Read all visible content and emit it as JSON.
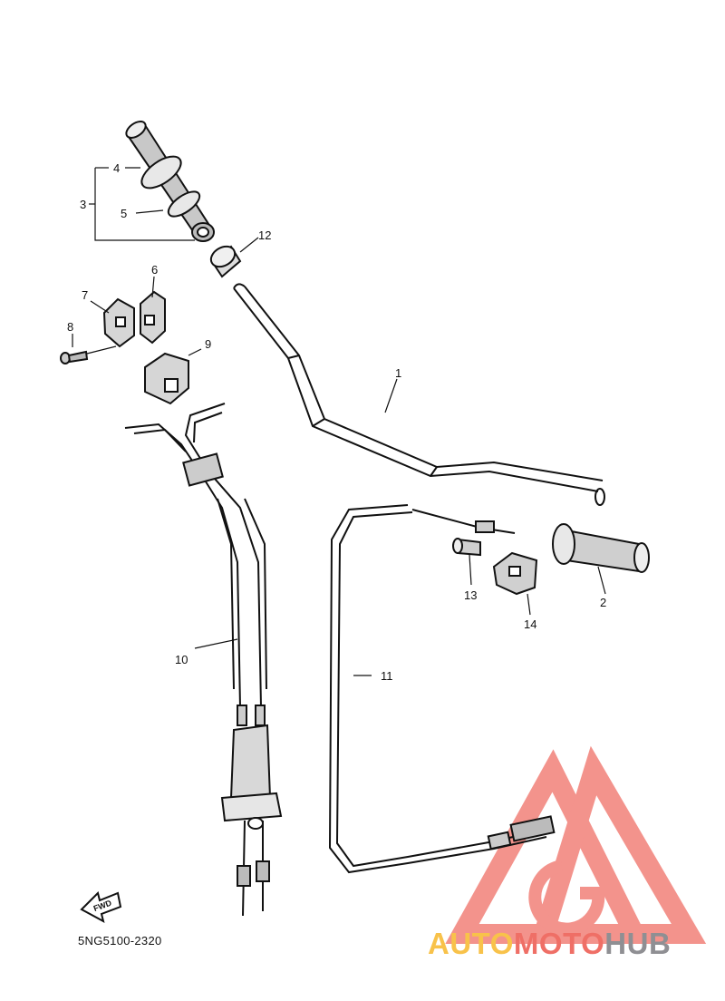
{
  "diagram": {
    "callouts": {
      "n1": "1",
      "n2": "2",
      "n3": "3",
      "n4": "4",
      "n5": "5",
      "n6": "6",
      "n7": "7",
      "n8": "8",
      "n9": "9",
      "n10": "10",
      "n11": "11",
      "n12": "12",
      "n13": "13",
      "n14": "14"
    },
    "fwd_label": "FWD",
    "part_code": "5NG5100-2320"
  },
  "watermark": {
    "part1": "AUTO",
    "part2": "MOTO",
    "part3": "HUB",
    "colors": {
      "yellow": "#f8c24a",
      "red": "#ef6f66",
      "gray": "#8f8f93"
    }
  }
}
